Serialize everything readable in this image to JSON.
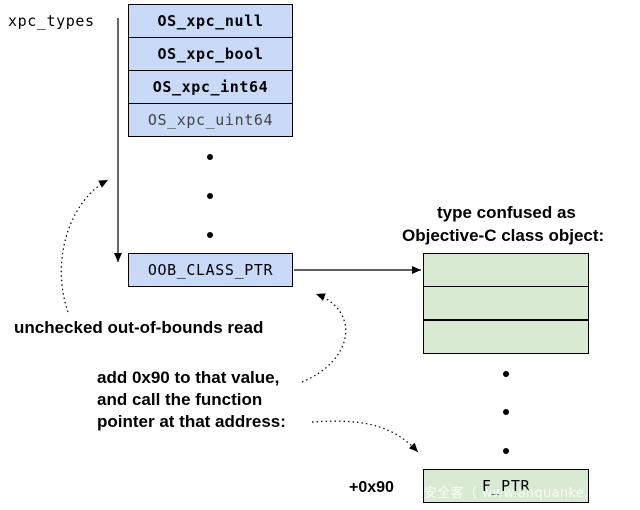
{
  "array_label": "xpc_types",
  "type_table": [
    {
      "name": "OS_xpc_null"
    },
    {
      "name": "OS_xpc_bool"
    },
    {
      "name": "OS_xpc_int64"
    },
    {
      "name": "OS_xpc_uint64"
    }
  ],
  "oob_entry": "OOB_CLASS_PTR",
  "confused_caption": {
    "line1": "type confused as",
    "line2": "Objective-C class object:"
  },
  "oob_read_caption": "unchecked out-of-bounds read",
  "add_caption": {
    "line1": "add 0x90 to that value,",
    "line2": "and call the function",
    "line3": "pointer at that address:"
  },
  "offset_label": "+0x90",
  "fptr_label": "F_PTR",
  "watermark": "安全客（ www.anquanke.com）",
  "colors": {
    "blue_cell": "#c9daf8",
    "green_cell": "#d9ead3"
  }
}
